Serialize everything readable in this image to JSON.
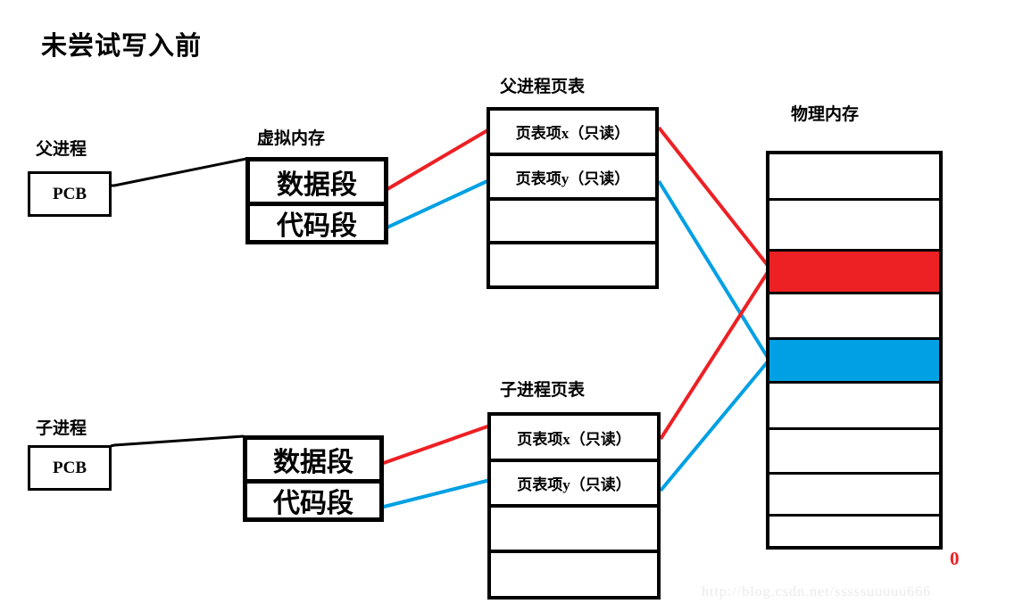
{
  "diagram": {
    "title": "未尝试写入前",
    "watermark": "http://blog.csdn.net/sssssuuuuu666",
    "zero_label": "0"
  },
  "colors": {
    "red": "#ED2024",
    "blue": "#00A0E4",
    "black": "#000000",
    "background": "#FFFFFF",
    "watermark": "#EAEAEA"
  },
  "parent": {
    "process_label": "父进程",
    "pcb_label": "PCB",
    "virtual_memory_label": "虚拟内存",
    "segments": [
      {
        "label": "数据段"
      },
      {
        "label": "代码段"
      }
    ],
    "page_table_label": "父进程页表",
    "page_table_rows": [
      {
        "label": "页表项x（只读）"
      },
      {
        "label": "页表项y（只读）"
      },
      {
        "label": ""
      },
      {
        "label": ""
      }
    ]
  },
  "child": {
    "process_label": "子进程",
    "pcb_label": "PCB",
    "segments": [
      {
        "label": "数据段"
      },
      {
        "label": "代码段"
      }
    ],
    "page_table_label": "子进程页表",
    "page_table_rows": [
      {
        "label": "页表项x（只读）"
      },
      {
        "label": "页表项y（只读）"
      },
      {
        "label": ""
      },
      {
        "label": ""
      }
    ]
  },
  "physical_memory": {
    "label": "物理内存",
    "frames": [
      {
        "index": 0,
        "fill": "#FFFFFF"
      },
      {
        "index": 1,
        "fill": "#FFFFFF"
      },
      {
        "index": 2,
        "fill": "#ED2024"
      },
      {
        "index": 3,
        "fill": "#FFFFFF"
      },
      {
        "index": 4,
        "fill": "#00A0E4"
      },
      {
        "index": 5,
        "fill": "#FFFFFF"
      },
      {
        "index": 6,
        "fill": "#FFFFFF"
      },
      {
        "index": 7,
        "fill": "#FFFFFF"
      },
      {
        "index": 8,
        "fill": "#FFFFFF"
      }
    ]
  },
  "connections": [
    {
      "name": "parent-pcb-to-virtual-memory",
      "color": "#000000"
    },
    {
      "name": "parent-data-segment-to-pte-x",
      "color": "#ED2024"
    },
    {
      "name": "parent-code-segment-to-pte-y",
      "color": "#00A0E4"
    },
    {
      "name": "parent-pte-x-to-red-frame",
      "color": "#ED2024"
    },
    {
      "name": "parent-pte-y-to-blue-frame",
      "color": "#00A0E4"
    },
    {
      "name": "child-pcb-to-virtual-memory",
      "color": "#000000"
    },
    {
      "name": "child-data-segment-to-pte-x",
      "color": "#ED2024"
    },
    {
      "name": "child-code-segment-to-pte-y",
      "color": "#00A0E4"
    },
    {
      "name": "child-pte-x-to-red-frame",
      "color": "#ED2024"
    },
    {
      "name": "child-pte-y-to-blue-frame",
      "color": "#00A0E4"
    }
  ]
}
